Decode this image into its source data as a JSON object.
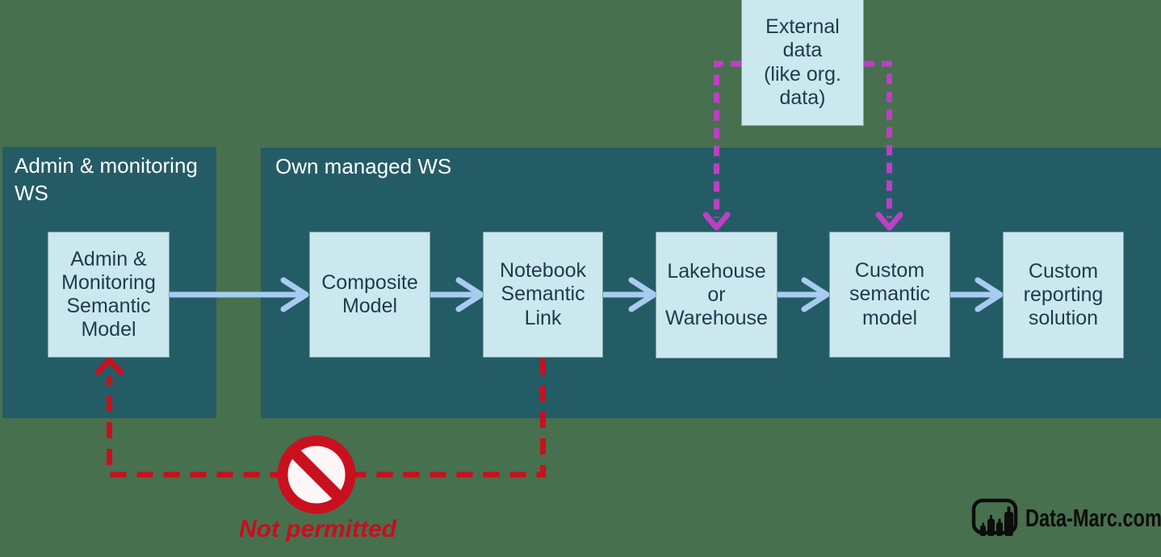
{
  "panels": [
    {
      "id": "admin-monitoring-ws",
      "title": "Admin & monitoring\nWS"
    },
    {
      "id": "own-managed-ws",
      "title": "Own managed WS"
    }
  ],
  "boxes": [
    {
      "id": "admin-monitoring-semantic-model",
      "label": "Admin &\nMonitoring\nSemantic\nModel"
    },
    {
      "id": "composite-model",
      "label": "Composite\nModel"
    },
    {
      "id": "notebook-semantic-link",
      "label": "Notebook\nSemantic\nLink"
    },
    {
      "id": "lakehouse-or-warehouse",
      "label": "Lakehouse\nor\nWarehouse"
    },
    {
      "id": "custom-semantic-model",
      "label": "Custom\nsemantic\nmodel"
    },
    {
      "id": "custom-reporting-solution",
      "label": "Custom\nreporting\nsolution"
    }
  ],
  "external_box": {
    "label": "External\ndata\n(like org.\ndata)"
  },
  "not_permitted_label": "Not permitted",
  "logo_text": "Data-Marc.com",
  "colors": {
    "background_green": "#47704E",
    "panel_teal": "#245C66",
    "node_fill": "#CBE8EE",
    "node_text": "#1E3A4C",
    "panel_title_text": "#FFFFFF",
    "flow_arrow_blue": "#A7CCF0",
    "external_dashed_magenta": "#BE3FC4",
    "not_permitted_red": "#C90E1E",
    "no_entry_sign_red": "#C9101E",
    "logo_black": "#0D0D0D"
  }
}
